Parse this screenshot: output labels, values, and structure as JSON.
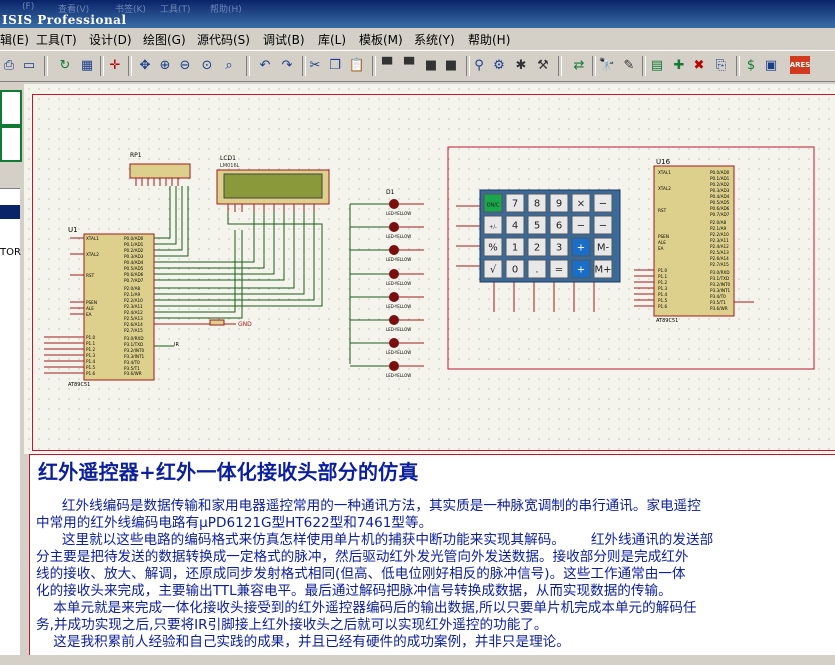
{
  "window": {
    "title": "ISIS Professional",
    "ghost_menu": [
      "(F)",
      "查看(V)",
      "书签(K)",
      "工具(T)",
      "帮助(H)"
    ]
  },
  "menu": {
    "items": [
      "辑(E)",
      "工具(T)",
      "设计(D)",
      "绘图(G)",
      "源代码(S)",
      "调试(B)",
      "库(L)",
      "模板(M)",
      "系统(Y)",
      "帮助(H)"
    ]
  },
  "toolbar": {
    "icons": [
      "print-icon",
      "page-icon",
      "refresh-icon",
      "grid-icon",
      "origin-icon",
      "pan-icon",
      "zoom-in-icon",
      "zoom-out-icon",
      "zoom-all-icon",
      "zoom-area-icon",
      "undo-icon",
      "redo-icon",
      "cut-icon",
      "copy-icon",
      "paste-icon",
      "block-copy-icon",
      "block-move-icon",
      "block-rotate-icon",
      "block-delete-icon",
      "pick-device-icon",
      "make-device-icon",
      "packaging-icon",
      "decompose-icon",
      "wire-autorouter-icon",
      "search-tag-icon",
      "property-icon",
      "netlist-icon",
      "new-sheet-icon",
      "delete-sheet-icon",
      "goto-sheet-icon",
      "bom-icon",
      "ares-icon"
    ],
    "ares_label": "ARES"
  },
  "left_panel": {
    "list_item": "TOR"
  },
  "schematic": {
    "rp1_label": "RP1",
    "lcd_label": "LCD1",
    "lcd_part": "LM016L",
    "u1_label": "U1",
    "u1_part": "AT89C51",
    "u16_label": "U16",
    "u16_part": "AT89C51",
    "d1_label": "D1",
    "led_label": "LED-YELLOW",
    "gnd_label": "GND",
    "ir_label": "IR",
    "mcu_left_pins": [
      "XTAL1",
      "XTAL2",
      "RST",
      "PSEN",
      "ALE",
      "EA",
      "P1.0",
      "P1.1",
      "P1.2",
      "P1.3",
      "P1.4",
      "P1.5",
      "P1.6",
      "P1.7"
    ],
    "mcu_right_pins": [
      "P0.0/AD0",
      "P0.1/AD1",
      "P0.2/AD2",
      "P0.3/AD3",
      "P0.4/AD4",
      "P0.5/AD5",
      "P0.6/AD6",
      "P0.7/AD7",
      "P2.0/A8",
      "P2.1/A9",
      "P2.2/A10",
      "P2.3/A11",
      "P2.4/A12",
      "P2.5/A13",
      "P2.6/A14",
      "P2.7/A15",
      "P3.0/RXD",
      "P3.1/TXD",
      "P3.2/INT0",
      "P3.3/INT1",
      "P3.4/T0",
      "P3.5/T1",
      "P3.6/WR",
      "P3.7/RD"
    ],
    "keypad_keys": [
      [
        "ON/C",
        "7",
        "8",
        "9",
        "×",
        "−"
      ],
      [
        "+/-",
        "4",
        "5",
        "6",
        "−",
        "−"
      ],
      [
        "%",
        "1",
        "2",
        "3",
        "+",
        "M-"
      ],
      [
        "√",
        "0",
        ".",
        "=",
        "+",
        "M+"
      ]
    ]
  },
  "description": {
    "title": "红外遥控器+红外一体化接收头部分的仿真",
    "lines": [
      "      红外线编码是数据传输和家用电器遥控常用的一种通讯方法，其实质是一种脉宽调制的串行通讯。家电遥控",
      "中常用的红外线编码电路有μPD6121G型HT622型和7461型等。",
      "      这里就以这些电路的编码格式来仿真怎样使用单片机的捕获中断功能来实现其解码。      红外线通讯的发送部",
      "分主要是把待发送的数据转换成一定格式的脉冲，然后驱动红外发光管向外发送数据。接收部分则是完成红外",
      "线的接收、放大、解调，还原成同步发射格式相同(但高、低电位刚好相反的脉冲信号)。这些工作通常由一体",
      "化的接收头来完成，主要输出TTL兼容电平。最后通过解码把脉冲信号转换成数据，从而实现数据的传输。",
      "    本单元就是来完成一体化接收头接受到的红外遥控器编码后的输出数据,所以只要单片机完成本单元的解码任",
      "务,并成功实现之后,只要将IR引脚接上红外接收头之后就可以实现红外遥控的功能了。",
      "    这是我积累前人经验和自己实践的成果，并且已经有硬件的成功案例，并非只是理论。"
    ]
  }
}
